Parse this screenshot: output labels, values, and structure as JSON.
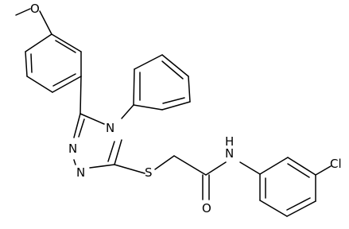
{
  "structure": {
    "atoms": {
      "o_methoxy": "O",
      "n_ring_upper": "N",
      "n_ring_lower": "N",
      "n_ring_phenyl": "N",
      "s_thioether": "S",
      "o_carbonyl": "O",
      "n_amide": "N",
      "h_amide": "H",
      "cl_substituent": "Cl"
    }
  }
}
